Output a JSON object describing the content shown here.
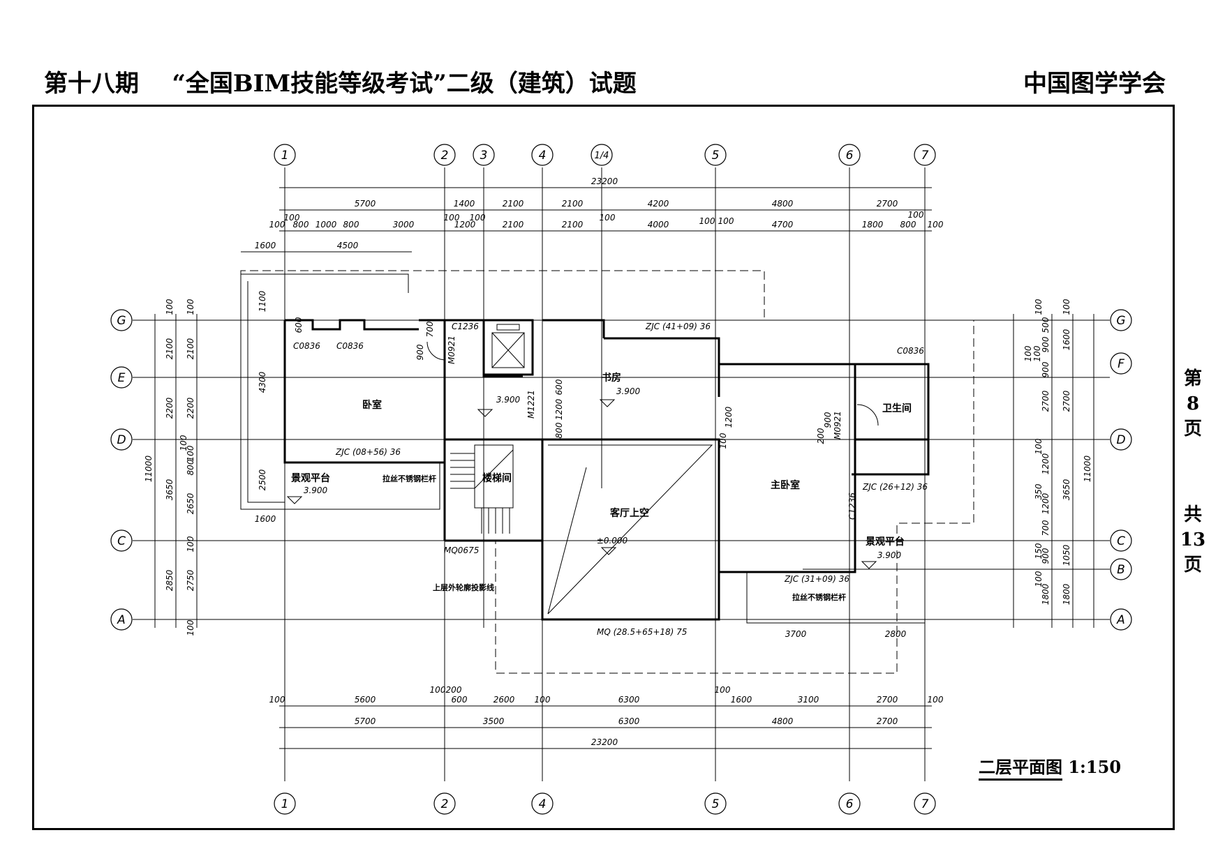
{
  "header": {
    "issue": "第十八期",
    "exam_title": "“全国BIM技能等级考试”二级（建筑）试题",
    "organizer": "中国图学学会"
  },
  "page_info": {
    "page_chars": [
      "第",
      "8",
      "页"
    ],
    "total_chars": [
      "共",
      "13",
      "页"
    ]
  },
  "drawing": {
    "title": "二层平面图",
    "scale": "1:150"
  },
  "axes": {
    "vertical": [
      "1",
      "2",
      "3",
      "4",
      "1/4",
      "5",
      "6",
      "7"
    ],
    "horizontal_left": [
      "G",
      "E",
      "D",
      "C",
      "A"
    ],
    "horizontal_right": [
      "G",
      "F",
      "D",
      "C",
      "B",
      "A"
    ]
  },
  "top_dims": {
    "overall": "23200",
    "row1": [
      "5700",
      "1400",
      "2100",
      "2100",
      "4200",
      "4800",
      "2700"
    ],
    "row2": [
      "100",
      "100",
      "800",
      "1000",
      "800",
      "3000",
      "100",
      "100",
      "1200",
      "2100",
      "2100",
      "100",
      "4000",
      "100",
      "100",
      "4700",
      "1800",
      "100",
      "800",
      "100"
    ],
    "row3": [
      "1600",
      "4500"
    ]
  },
  "bottom_dims": {
    "row1": [
      "100",
      "5600",
      "100",
      "200",
      "600",
      "2600",
      "100",
      "6300",
      "100",
      "1600",
      "3100",
      "2700",
      "100"
    ],
    "row2": [
      "5700",
      "3500",
      "6300",
      "4800",
      "2700"
    ],
    "overall": "23200"
  },
  "left_dims": {
    "outer": "11000",
    "mid": [
      "100",
      "2100",
      "2200",
      "3650",
      "2850"
    ],
    "inner": [
      "100",
      "2100",
      "2200",
      "100",
      "100",
      "800",
      "2650",
      "100",
      "2750",
      "100"
    ],
    "side": [
      "1100",
      "4300",
      "2500",
      "600",
      "900",
      "700"
    ]
  },
  "right_dims": {
    "outer": "11000",
    "mid": [
      "100",
      "1600",
      "2700",
      "3650",
      "1050",
      "1800"
    ],
    "inner": [
      "100",
      "500",
      "900",
      "100",
      "100",
      "900",
      "2700",
      "100",
      "1200",
      "350",
      "1200",
      "700",
      "150",
      "900",
      "100",
      "1800"
    ]
  },
  "rooms": {
    "bedroom": "卧室",
    "study": "书房",
    "bathroom": "卫生间",
    "master_bedroom": "主卧室",
    "stairwell": "楼梯间",
    "living_void": "客厅上空",
    "terrace_left": "景观平台",
    "terrace_right": "景观平台"
  },
  "elevations": {
    "bedroom": "3.900",
    "study": "3.900",
    "corridor": "3.900",
    "terrace_left": "3.900",
    "terrace_right": "3.900",
    "living": "±0.000"
  },
  "openings": {
    "c0836_a": "C0836",
    "c0836_b": "C0836",
    "c0836_c": "C0836",
    "c1236_a": "C1236",
    "c1236_b": "C1236",
    "m0921_a": "M0921",
    "m0921_b": "M0921",
    "m1221": "M1221",
    "mq0675": "MQ0675",
    "mq_living": "MQ (28.5+65+18) 75",
    "zjc_top": "ZJC (41+09) 36",
    "zjc_bedroom": "ZJC (08+56) 36",
    "zjc_bath": "ZJC (26+12) 36",
    "zjc_master": "ZJC (31+09) 36"
  },
  "notes": {
    "railing_left": "拉丝不锈钢栏杆",
    "railing_right": "拉丝不锈钢栏杆",
    "upper_outline": "上层外轮廓投影线",
    "terrace_dim_a": "3700",
    "terrace_dim_b": "2800",
    "bottom_left_dim": "1600",
    "local_dims": [
      "600",
      "1200",
      "800",
      "1200",
      "100",
      "200",
      "900"
    ]
  }
}
